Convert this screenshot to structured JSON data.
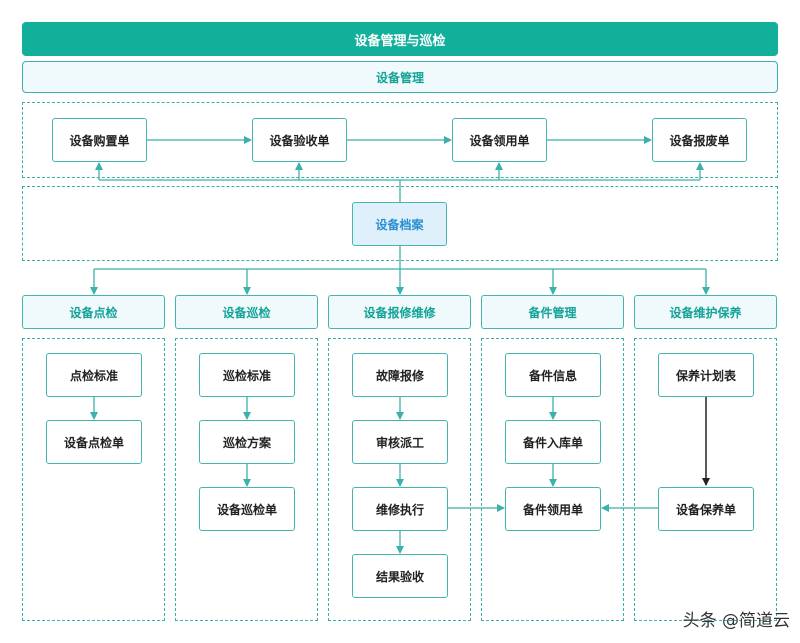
{
  "header": {
    "title": "设备管理与巡检",
    "subtitle": "设备管理"
  },
  "flow_top": [
    "设备购置单",
    "设备验收单",
    "设备领用单",
    "设备报废单"
  ],
  "archive": "设备档案",
  "columns": [
    {
      "title": "设备点检",
      "items": [
        "点检标准",
        "设备点检单"
      ]
    },
    {
      "title": "设备巡检",
      "items": [
        "巡检标准",
        "巡检方案",
        "设备巡检单"
      ]
    },
    {
      "title": "设备报修维修",
      "items": [
        "故障报修",
        "审核派工",
        "维修执行",
        "结果验收"
      ]
    },
    {
      "title": "备件管理",
      "items": [
        "备件信息",
        "备件入库单",
        "备件领用单"
      ]
    },
    {
      "title": "设备维护保养",
      "items": [
        "保养计划表",
        "设备保养单"
      ]
    }
  ],
  "watermark": "头条 @简道云",
  "colors": {
    "accent": "#12b09b",
    "line": "#3ab1aa",
    "archive_fill": "#dff0fb"
  }
}
